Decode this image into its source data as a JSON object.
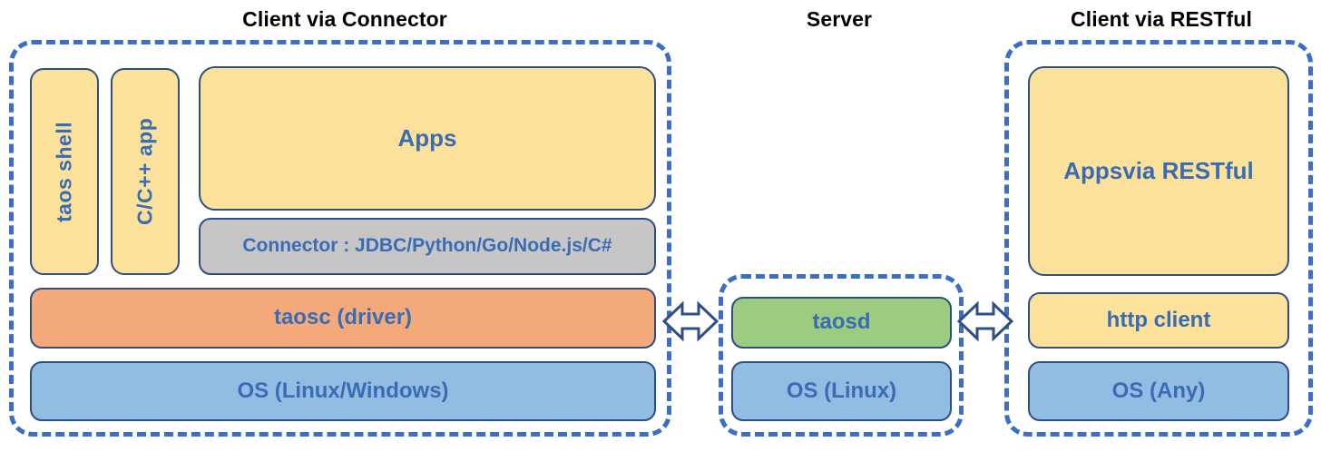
{
  "diagram": {
    "title_connector": "Client via Connector",
    "title_server": "Server",
    "title_restful": "Client via RESTful"
  },
  "client_connector": {
    "taos_shell": "taos shell",
    "cpp_app": "C/C++ app",
    "apps": "Apps",
    "connector": "Connector : JDBC/Python/Go/Node.js/C#",
    "taosc": "taosc (driver)",
    "os": "OS (Linux/Windows)"
  },
  "server": {
    "taosd": "taosd",
    "os": "OS (Linux)"
  },
  "client_restful": {
    "apps_line1": "Apps",
    "apps_line2": "via RESTful",
    "http_client": "http client",
    "os": "OS (Any)"
  },
  "connectors": {
    "left_arrow": "bidirectional-arrow",
    "right_arrow": "bidirectional-arrow"
  },
  "colors": {
    "dashed_border": "#3A6FC4",
    "block_border": "#2E4F86",
    "label_text": "#3A6BB5",
    "title_text": "#000000",
    "yellow": "#FCE19A",
    "gray": "#C6C6C6",
    "orange": "#F4A97A",
    "blue": "#92BDE3",
    "green": "#9BCC82",
    "background": "#FFFFFF"
  }
}
